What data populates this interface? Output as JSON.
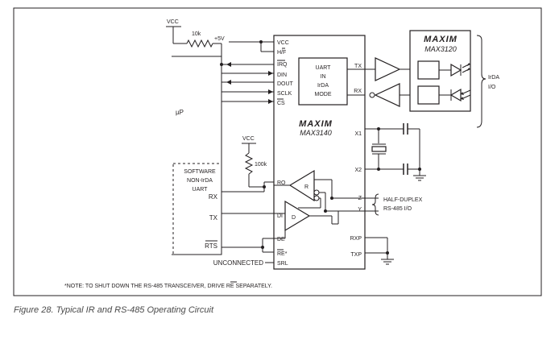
{
  "caption": "Figure 28. Typical IR and RS-485 Operating Circuit",
  "note": "*NOTE: TO SHUT DOWN THE RS-485 TRANSCEIVER, DRIVE RE SEPARATELY.",
  "microcontroller": {
    "label": "µP"
  },
  "software_uart": {
    "line1": "SOFTWARE",
    "line2": "NON-IrDA",
    "line3": "UART"
  },
  "left_signals": {
    "rx": "RX",
    "tx": "TX",
    "rts": "RTS",
    "unconnected": "UNCONNECTED"
  },
  "supply": {
    "vcc_top": "VCC",
    "vcc_mid": "VCC",
    "plus5v": "+5V",
    "r10k": "10k",
    "r100k": "100k"
  },
  "main_chip": {
    "brand": "MAXIM",
    "part": "MAX3140",
    "left_pins": {
      "vcc": "VCC",
      "hf": "H/F",
      "irq": "IRQ",
      "din": "DIN",
      "dout": "DOUT",
      "sclk": "SCLK",
      "cs": "CS",
      "ro": "RO",
      "di": "DI",
      "de": "DE",
      "re": "RE*",
      "srl": "SRL"
    },
    "right_pins": {
      "tx": "TX",
      "rx": "RX",
      "x1": "X1",
      "x2": "X2",
      "z": "Z",
      "y": "Y",
      "rxp": "RXP",
      "txp": "TXP"
    },
    "uart_block": {
      "line1": "UART",
      "line2": "IN",
      "line3": "IrDA",
      "line4": "MODE"
    },
    "receiver_label": "R",
    "driver_label": "D"
  },
  "irda_chip": {
    "brand": "MAXIM",
    "part": "MAX3120",
    "io_line1": "IrDA",
    "io_line2": "I/O"
  },
  "rs485": {
    "line1": "HALF-DUPLEX",
    "line2": "RS-485 I/O"
  }
}
